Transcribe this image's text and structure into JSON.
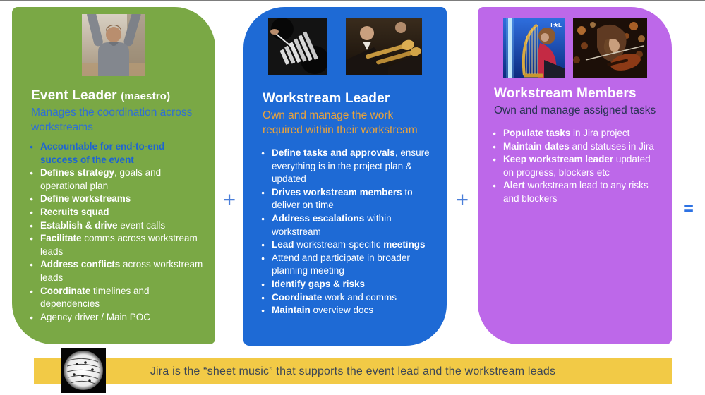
{
  "colors": {
    "green_card": "#7aa845",
    "blue_card": "#1e6ad5",
    "purple_card": "#bd68e9",
    "footer_bar": "#f2ca46",
    "operator_blue": "#4a7ed9",
    "green_subtitle": "#2e6fd4",
    "green_first_bullet": "#1d64d2",
    "blue_subtitle": "#e9a33d",
    "purple_subtitle": "#2a3354"
  },
  "cards": [
    {
      "id": "event-leader",
      "bg": "#7aa845",
      "title": "Event Leader ",
      "title_suffix": "(maestro)",
      "subtitle": "Manages the coordination across workstreams",
      "subtitle_color": "#2e6fd4",
      "images": [
        "conductor-photo"
      ],
      "bullets": [
        {
          "color": "#1d64d2",
          "segments": [
            {
              "text": "Accountable for end-to-end success of the event",
              "bold": true
            }
          ]
        },
        {
          "segments": [
            {
              "text": "Defines strategy",
              "bold": true
            },
            {
              "text": ", goals and operational plan"
            }
          ]
        },
        {
          "segments": [
            {
              "text": "Define workstreams",
              "bold": true
            }
          ]
        },
        {
          "segments": [
            {
              "text": "Recruits squad",
              "bold": true
            }
          ]
        },
        {
          "segments": [
            {
              "text": "Establish & drive",
              "bold": true
            },
            {
              "text": " event calls"
            }
          ]
        },
        {
          "segments": [
            {
              "text": "Facilitate",
              "bold": true
            },
            {
              "text": " comms across workstream leads"
            }
          ]
        },
        {
          "segments": [
            {
              "text": "Address conflicts",
              "bold": true
            },
            {
              "text": " across workstream leads"
            }
          ]
        },
        {
          "segments": [
            {
              "text": "Coordinate",
              "bold": true
            },
            {
              "text": " timelines and dependencies"
            }
          ]
        },
        {
          "segments": [
            {
              "text": "Agency driver / Main POC"
            }
          ]
        }
      ]
    },
    {
      "id": "workstream-leader",
      "bg": "#1e6ad5",
      "title": "Workstream Leader",
      "title_suffix": "",
      "subtitle": "Own and manage the work required within their workstream",
      "subtitle_color": "#e9a33d",
      "images": [
        "percussion-photo",
        "brass-photo"
      ],
      "bullets": [
        {
          "segments": [
            {
              "text": "Define tasks and approvals",
              "bold": true
            },
            {
              "text": ", ensure everything is in the project plan & updated"
            }
          ]
        },
        {
          "segments": [
            {
              "text": "Drives workstream members",
              "bold": true
            },
            {
              "text": " to deliver on time"
            }
          ]
        },
        {
          "segments": [
            {
              "text": "Address escalations",
              "bold": true
            },
            {
              "text": " within workstream"
            }
          ]
        },
        {
          "segments": [
            {
              "text": "Lead",
              "bold": true
            },
            {
              "text": " workstream-specific "
            },
            {
              "text": "meetings",
              "bold": true
            }
          ]
        },
        {
          "segments": [
            {
              "text": "Attend and participate in broader planning meeting"
            }
          ]
        },
        {
          "segments": [
            {
              "text": "Identify gaps & risks",
              "bold": true
            }
          ]
        },
        {
          "segments": [
            {
              "text": "Coordinate",
              "bold": true
            },
            {
              "text": " work and comms"
            }
          ]
        },
        {
          "segments": [
            {
              "text": "Maintain",
              "bold": true
            },
            {
              "text": " overview docs"
            }
          ]
        }
      ]
    },
    {
      "id": "workstream-members",
      "bg": "#bd68e9",
      "title": "Workstream Members",
      "title_suffix": "",
      "subtitle": "Own and manage assigned tasks",
      "subtitle_color": "#2a3354",
      "images": [
        "harp-photo",
        "violin-photo"
      ],
      "harp_logo": "T★L",
      "bullets": [
        {
          "segments": [
            {
              "text": "Populate tasks",
              "bold": true
            },
            {
              "text": " in Jira project"
            }
          ]
        },
        {
          "segments": [
            {
              "text": "Maintain dates",
              "bold": true
            },
            {
              "text": " and statuses in Jira"
            }
          ]
        },
        {
          "segments": [
            {
              "text": "Keep workstream leader",
              "bold": true
            },
            {
              "text": " updated on progress, blockers etc"
            }
          ]
        },
        {
          "segments": [
            {
              "text": "Alert",
              "bold": true
            },
            {
              "text": " workstream lead to any risks and blockers"
            }
          ]
        }
      ]
    }
  ],
  "operators": {
    "plus": "+",
    "equals": "="
  },
  "footer": {
    "bar_color": "#f2ca46",
    "text": "Jira is the “sheet music” that supports the event lead and the workstream leads"
  }
}
